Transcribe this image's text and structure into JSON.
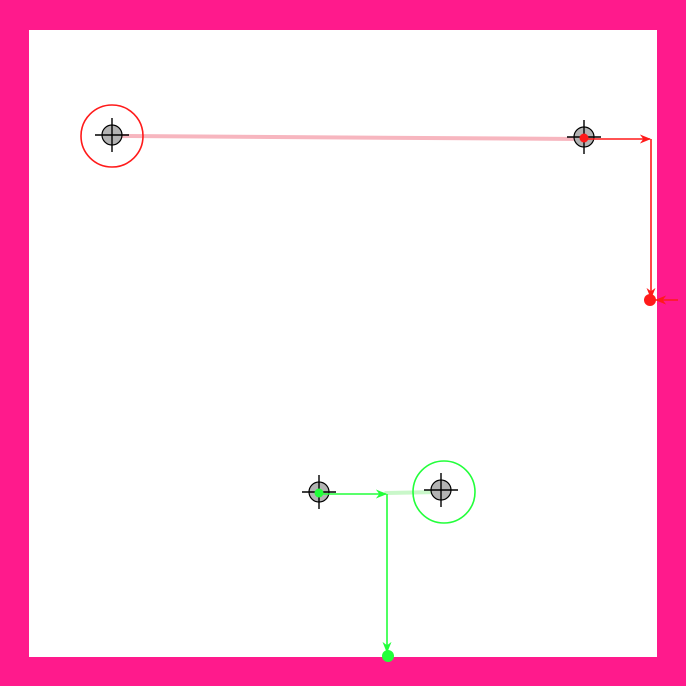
{
  "colors": {
    "wall": "#ff1a8c",
    "floor": "#ffffff",
    "red_agent": "#ff1a1a",
    "red_trail": "#f7b6bf",
    "green_agent": "#22ff3a",
    "green_trail": "#c9f7c9",
    "target_fill": "#b3b3b3",
    "crosshair": "#000000"
  },
  "icons": {
    "target": "crosshair-target-icon",
    "agent_marker": "filled-dot-icon",
    "heading": "arrowhead-icon",
    "goal_ring": "goal-ring-icon"
  },
  "agents": [
    {
      "name": "red",
      "color_key": "red_agent",
      "trail_key": "red_trail"
    },
    {
      "name": "green",
      "color_key": "green_agent",
      "trail_key": "green_trail"
    }
  ]
}
